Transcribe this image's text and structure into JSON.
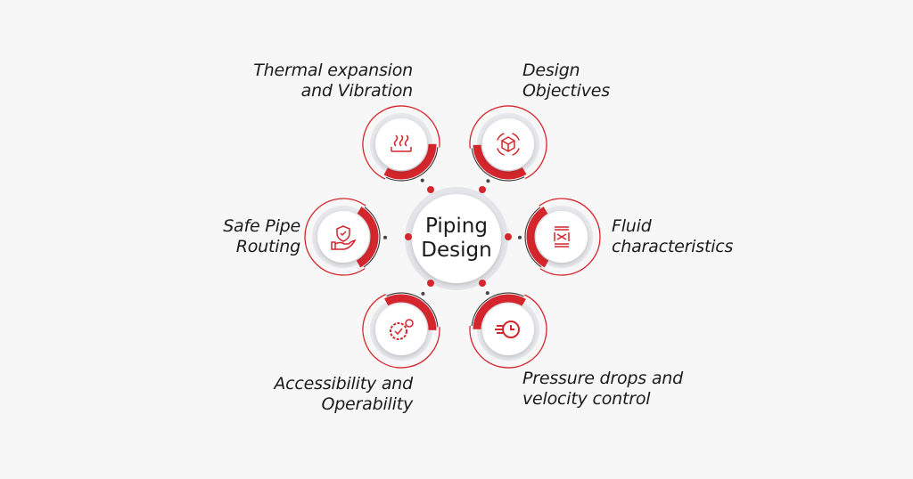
{
  "center": {
    "line1": "Piping",
    "line2": "Design"
  },
  "accent": "#d4262c",
  "nodes": [
    {
      "id": "thermal",
      "icon": "heat-waves-icon",
      "line1": "Thermal expansion",
      "line2": "and Vibration"
    },
    {
      "id": "objectives",
      "icon": "cube-icon",
      "line1": "Design",
      "line2": "Objectives"
    },
    {
      "id": "fluid",
      "icon": "fluid-flow-icon",
      "line1": "Fluid",
      "line2": "characteristics"
    },
    {
      "id": "pressure",
      "icon": "speed-clock-icon",
      "line1": "Pressure drops and",
      "line2": "velocity control"
    },
    {
      "id": "access",
      "icon": "gear-check-icon",
      "line1": "Accessibility and",
      "line2": "Operability"
    },
    {
      "id": "routing",
      "icon": "hand-shield-icon",
      "line1": "Safe Pipe",
      "line2": "Routing"
    }
  ]
}
